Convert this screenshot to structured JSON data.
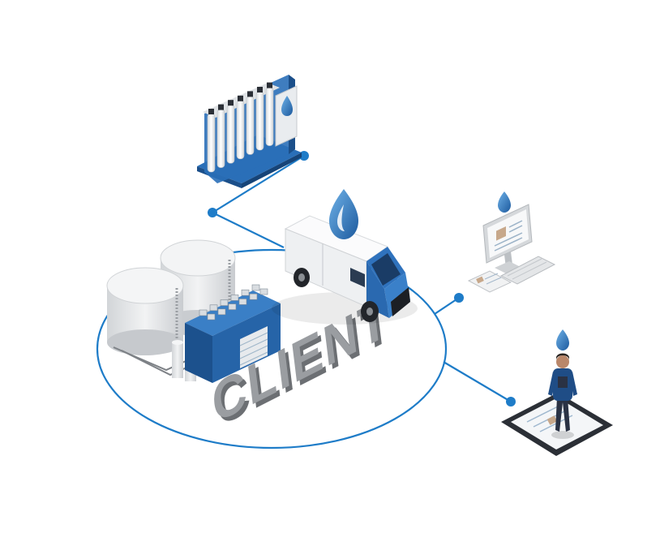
{
  "client_label": "CLIENT",
  "colors": {
    "line_blue": "#1e7cc8",
    "brand_blue": "#2a6fb8",
    "drop_light": "#5ba3df",
    "drop_dark": "#1d5a9e",
    "tank_grey": "#e6e8ea",
    "text_grey": "#8a8d90",
    "van_white": "#f4f5f6",
    "dark": "#2b2f36"
  },
  "nodes": {
    "hub": "client-facility",
    "connections": [
      "filtration-system",
      "service-van",
      "desktop-computer",
      "field-technician-tablet"
    ]
  },
  "icons": [
    "water-drop-icon"
  ]
}
